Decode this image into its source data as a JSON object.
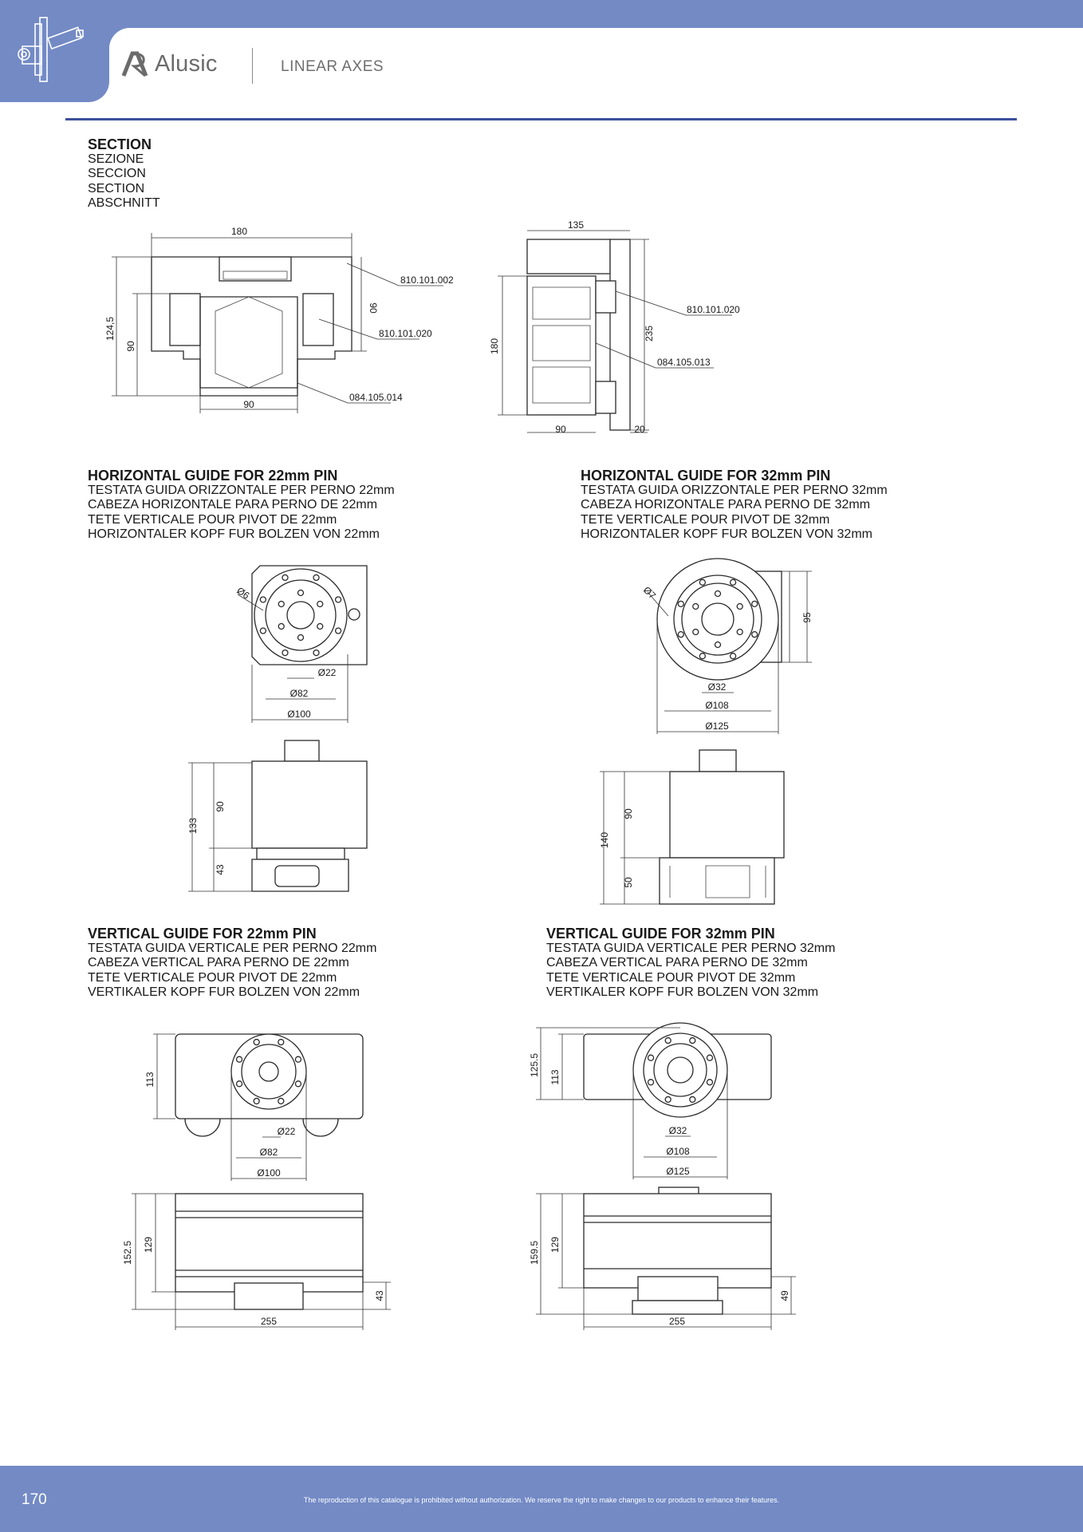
{
  "header": {
    "brand": "Alusic",
    "section": "LINEAR AXES"
  },
  "section": {
    "title": "SECTION",
    "lines": [
      "SEZIONE",
      "SECCION",
      "SECTION",
      "ABSCHNITT"
    ],
    "left_drawing": {
      "dims": {
        "width": "180",
        "height_total": "124,5",
        "height_inner": "90",
        "height_right": "90",
        "bottom": "90"
      },
      "parts": [
        "810.101.002",
        "810.101.020",
        "084.105.014"
      ]
    },
    "right_drawing": {
      "dims": {
        "top": "135",
        "left": "180",
        "right": "235",
        "bottom": "90",
        "plate": "20"
      },
      "parts": [
        "810.101.020",
        "084.105.013"
      ]
    }
  },
  "h22": {
    "title": "HORIZONTAL GUIDE FOR 22mm PIN",
    "lines": [
      "TESTATA GUIDA ORIZZONTALE PER PERNO 22mm",
      "CABEZA HORIZONTALE PARA PERNO DE 22mm",
      "TETE VERTICALE POUR PIVOT DE 22mm",
      "HORIZONTALER KOPF FUR BOLZEN VON 22mm"
    ],
    "dims": {
      "hole": "Ø6",
      "pin": "Ø22",
      "inner": "Ø82",
      "outer": "Ø100",
      "total": "133",
      "body": "90",
      "base": "43"
    }
  },
  "h32": {
    "title": "HORIZONTAL GUIDE FOR 32mm PIN",
    "lines": [
      "TESTATA GUIDA ORIZZONTALE PER PERNO 32mm",
      "CABEZA HORIZONTALE PARA PERNO DE 32mm",
      "TETE VERTICALE POUR PIVOT DE 32mm",
      "HORIZONTALER KOPF FUR BOLZEN VON 32mm"
    ],
    "dims": {
      "hole": "Ø7",
      "height": "95",
      "pin": "Ø32",
      "inner": "Ø108",
      "outer": "Ø125",
      "total": "140",
      "body": "90",
      "base": "50"
    }
  },
  "v22": {
    "title": "VERTICAL GUIDE FOR 22mm PIN",
    "lines": [
      "TESTATA GUIDA VERTICALE PER PERNO 22mm",
      "CABEZA VERTICAL PARA PERNO DE 22mm",
      "TETE VERTICALE POUR PIVOT DE 22mm",
      "VERTIKALER KOPF FUR BOLZEN VON 22mm"
    ],
    "dims": {
      "height": "113",
      "pin": "Ø22",
      "inner": "Ø82",
      "outer": "Ø100",
      "total": "152.5",
      "body": "129",
      "base": "43",
      "width": "255"
    }
  },
  "v32": {
    "title": "VERTICAL GUIDE FOR 32mm PIN",
    "lines": [
      "TESTATA GUIDA VERTICALE PER PERNO 32mm",
      "CABEZA VERTICAL PARA PERNO DE 32mm",
      "TETE VERTICALE POUR PIVOT DE 32mm",
      "VERTIKALER KOPF FUR BOLZEN VON 32mm"
    ],
    "dims": {
      "overall": "125.5",
      "height": "113",
      "pin": "Ø32",
      "inner": "Ø108",
      "outer": "Ø125",
      "total": "159.5",
      "body": "129",
      "base": "49",
      "width": "255"
    }
  },
  "footer": {
    "page_number": "170",
    "disclaimer": "The reproduction of this catalogue is prohibited without authorization. We reserve the right to make changes to our products to enhance their features."
  },
  "colors": {
    "brand_blue": "#738ac5",
    "rule_blue": "#3c4f9c"
  }
}
